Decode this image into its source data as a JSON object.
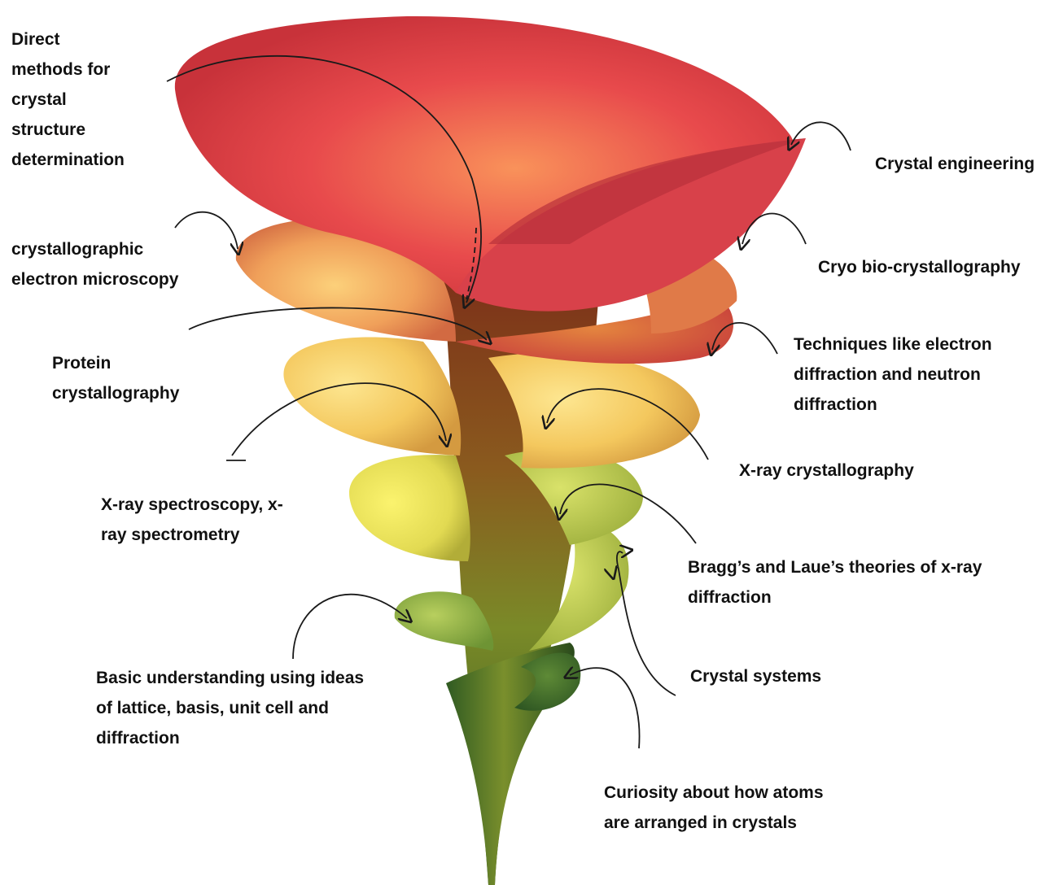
{
  "diagram": {
    "labels": [
      {
        "id": "direct-methods",
        "lines": [
          "Direct",
          "methods for",
          "crystal",
          "structure",
          "determination"
        ]
      },
      {
        "id": "crystal-engineering",
        "lines": [
          "Crystal engineering"
        ]
      },
      {
        "id": "crystallographic-em",
        "lines": [
          "crystallographic",
          "electron microscopy"
        ]
      },
      {
        "id": "cryo-bio",
        "lines": [
          "Cryo bio-crystallography"
        ]
      },
      {
        "id": "protein-crystallography",
        "lines": [
          "Protein",
          "crystallography"
        ]
      },
      {
        "id": "electron-neutron",
        "lines": [
          "Techniques like electron",
          "diffraction and neutron",
          "diffraction"
        ]
      },
      {
        "id": "xray-crystallography",
        "lines": [
          "X-ray crystallography"
        ]
      },
      {
        "id": "xray-spectroscopy",
        "lines": [
          "X-ray spectroscopy, x-",
          "ray spectrometry"
        ]
      },
      {
        "id": "bragg-laue",
        "lines": [
          "Bragg’s and Laue’s theories of x-ray",
          "diffraction"
        ]
      },
      {
        "id": "basic-understanding",
        "lines": [
          "Basic understanding using ideas",
          "of lattice, basis, unit cell and",
          "diffraction"
        ]
      },
      {
        "id": "crystal-systems",
        "lines": [
          "Crystal systems"
        ]
      },
      {
        "id": "curiosity",
        "lines": [
          "Curiosity about how atoms",
          "are arranged in crystals"
        ]
      }
    ],
    "colors": {
      "tier_top": "#e4474c",
      "tier_upper": "#f09a58",
      "tier_middle": "#f4cd5e",
      "tier_lower": "#e8e35a",
      "tier_bottom": "#3f6a2c",
      "arrow": "#1a1a1a",
      "text": "#111111"
    }
  }
}
